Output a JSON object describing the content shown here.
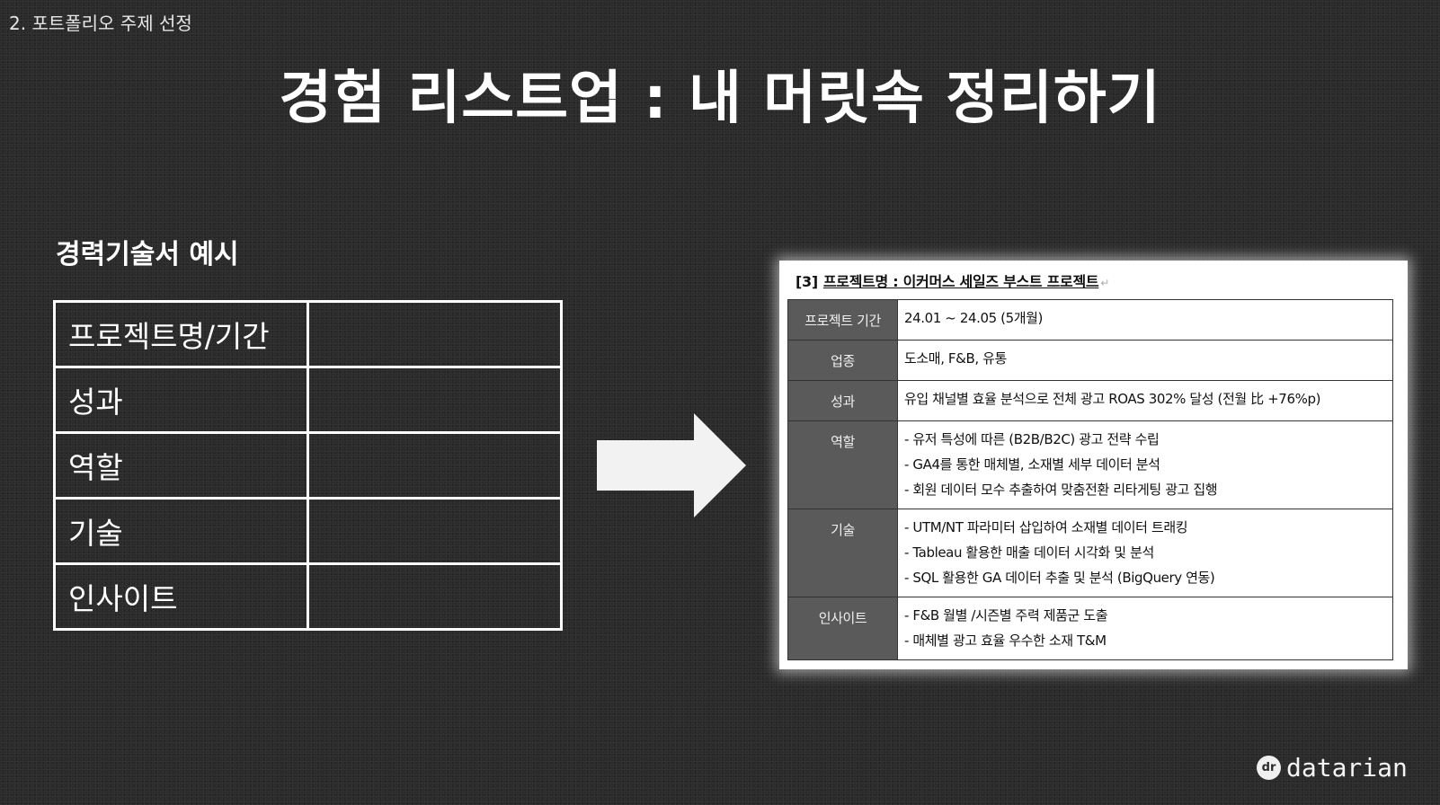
{
  "section_label": "2. 포트폴리오 주제 선정",
  "title": "경험 리스트업 : 내 머릿속 정리하기",
  "example_heading": "경력기술서 예시",
  "template_rows": [
    "프로젝트명/기간",
    "성과",
    "역할",
    "기술",
    "인사이트"
  ],
  "document": {
    "number": "[3]",
    "heading": "프로젝트명 : 이커머스 세일즈 부스트 프로젝트",
    "rows": [
      {
        "label": "프로젝트 기간",
        "lines": [
          "24.01 ~ 24.05 (5개월)"
        ]
      },
      {
        "label": "업종",
        "lines": [
          "도소매, F&B, 유통"
        ]
      },
      {
        "label": "성과",
        "lines": [
          "유입 채널별 효율 분석으로 전체 광고 ROAS 302% 달성 (전월 比 +76%p)"
        ]
      },
      {
        "label": "역할",
        "lines": [
          "- 유저 특성에 따른 (B2B/B2C) 광고 전략 수립",
          "- GA4를 통한 매체별, 소재별 세부 데이터 분석",
          "- 회원 데이터 모수 추출하여 맞춤전환 리타게팅 광고 집행"
        ]
      },
      {
        "label": "기술",
        "lines": [
          "- UTM/NT 파라미터 삽입하여 소재별 데이터 트래킹",
          "- Tableau 활용한 매출 데이터 시각화 및 분석",
          "- SQL 활용한 GA 데이터 추출 및 분석 (BigQuery 연동)"
        ]
      },
      {
        "label": "인사이트",
        "lines": [
          "- F&B 월별 /시즌별 주력 제품군 도출",
          "- 매체별 광고 효율 우수한 소재 T&M"
        ]
      }
    ]
  },
  "brand": {
    "logo_text": "dr",
    "name": "datarian"
  }
}
